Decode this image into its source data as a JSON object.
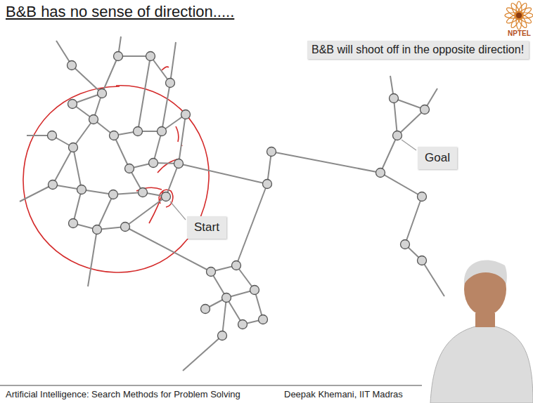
{
  "diagram": {
    "title": "B&B has no sense of direction.....",
    "nodes": [
      {
        "text": [
          "B&B will shoot off in the opposite direction!"
        ]
      },
      {
        "text": [
          "Goal"
        ]
      },
      {
        "text": [
          "Start"
        ]
      }
    ],
    "labels": [
      "NPTEL",
      "Artificial Intelligence: Search Methods for Problem Solving",
      "Deepak Khemani, IIT Madras"
    ]
  }
}
